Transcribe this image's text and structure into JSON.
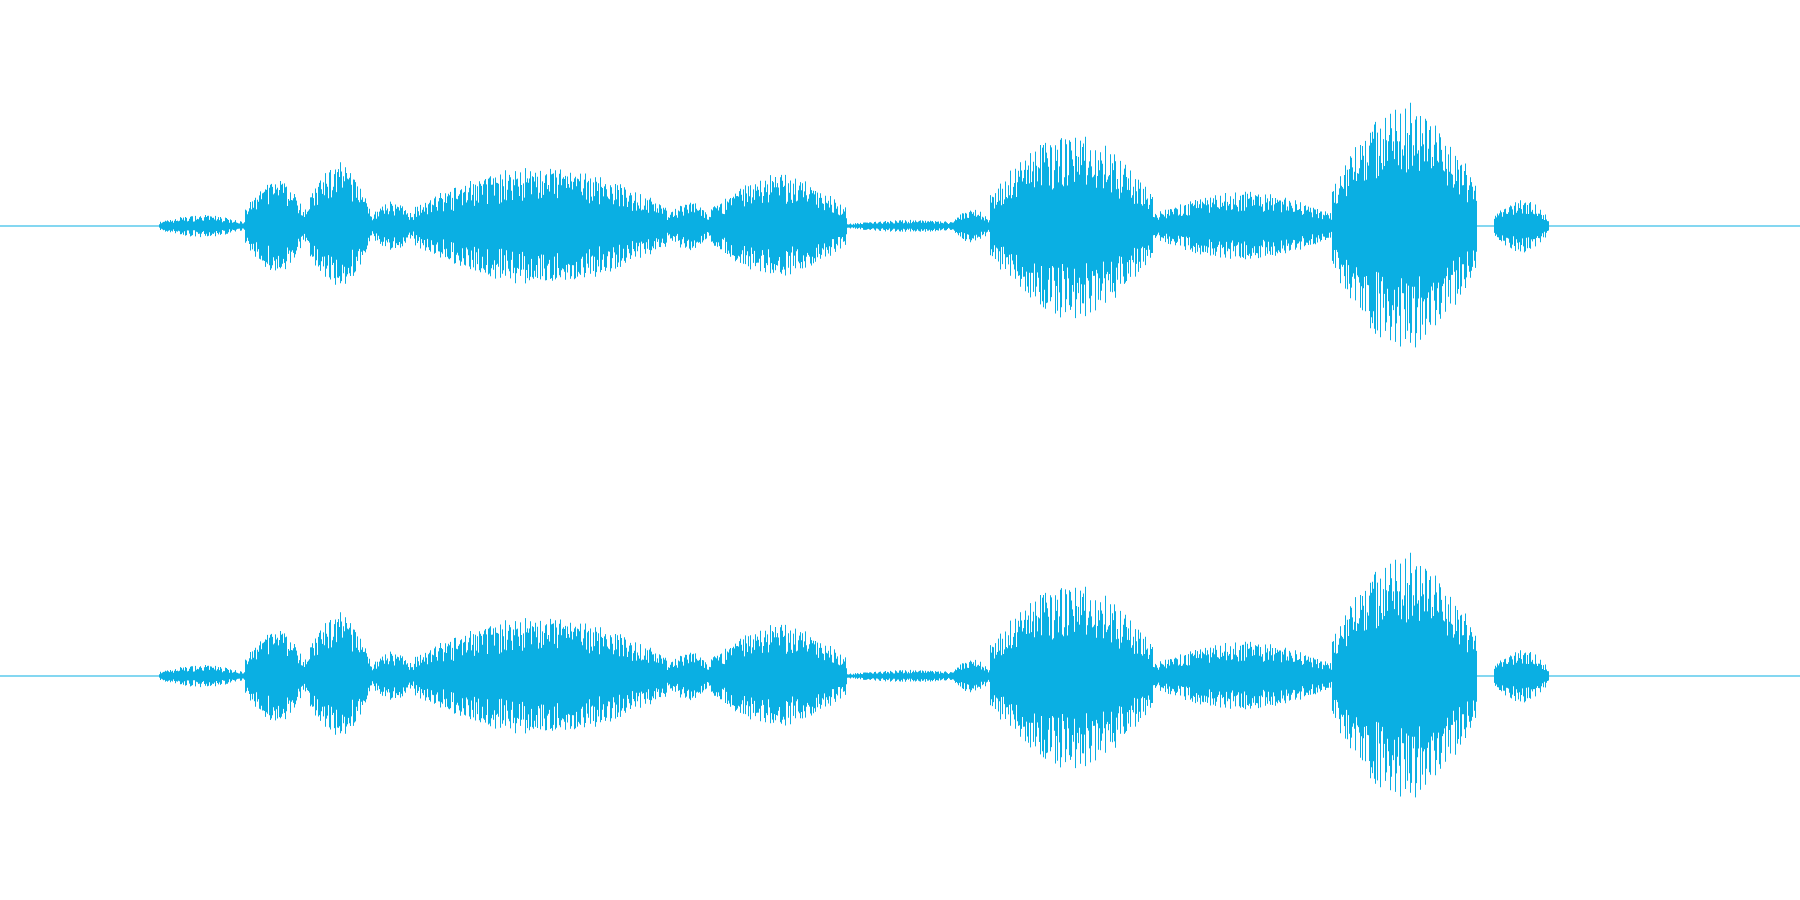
{
  "waveform": {
    "color": "#0aafe3",
    "background": "#ffffff",
    "channel_count": 2,
    "segments": [
      {
        "start": 0.088,
        "end": 0.136,
        "peak": 0.09
      },
      {
        "start": 0.136,
        "end": 0.17,
        "peak": 0.38
      },
      {
        "start": 0.17,
        "end": 0.205,
        "peak": 0.52
      },
      {
        "start": 0.205,
        "end": 0.23,
        "peak": 0.2
      },
      {
        "start": 0.23,
        "end": 0.37,
        "peak": 0.48
      },
      {
        "start": 0.37,
        "end": 0.395,
        "peak": 0.2
      },
      {
        "start": 0.395,
        "end": 0.47,
        "peak": 0.42
      },
      {
        "start": 0.47,
        "end": 0.54,
        "peak": 0.05
      },
      {
        "start": 0.53,
        "end": 0.55,
        "peak": 0.14
      },
      {
        "start": 0.55,
        "end": 0.64,
        "peak": 0.75
      },
      {
        "start": 0.64,
        "end": 0.74,
        "peak": 0.28
      },
      {
        "start": 0.74,
        "end": 0.82,
        "peak": 1.0
      },
      {
        "start": 0.83,
        "end": 0.86,
        "peak": 0.22
      }
    ]
  }
}
